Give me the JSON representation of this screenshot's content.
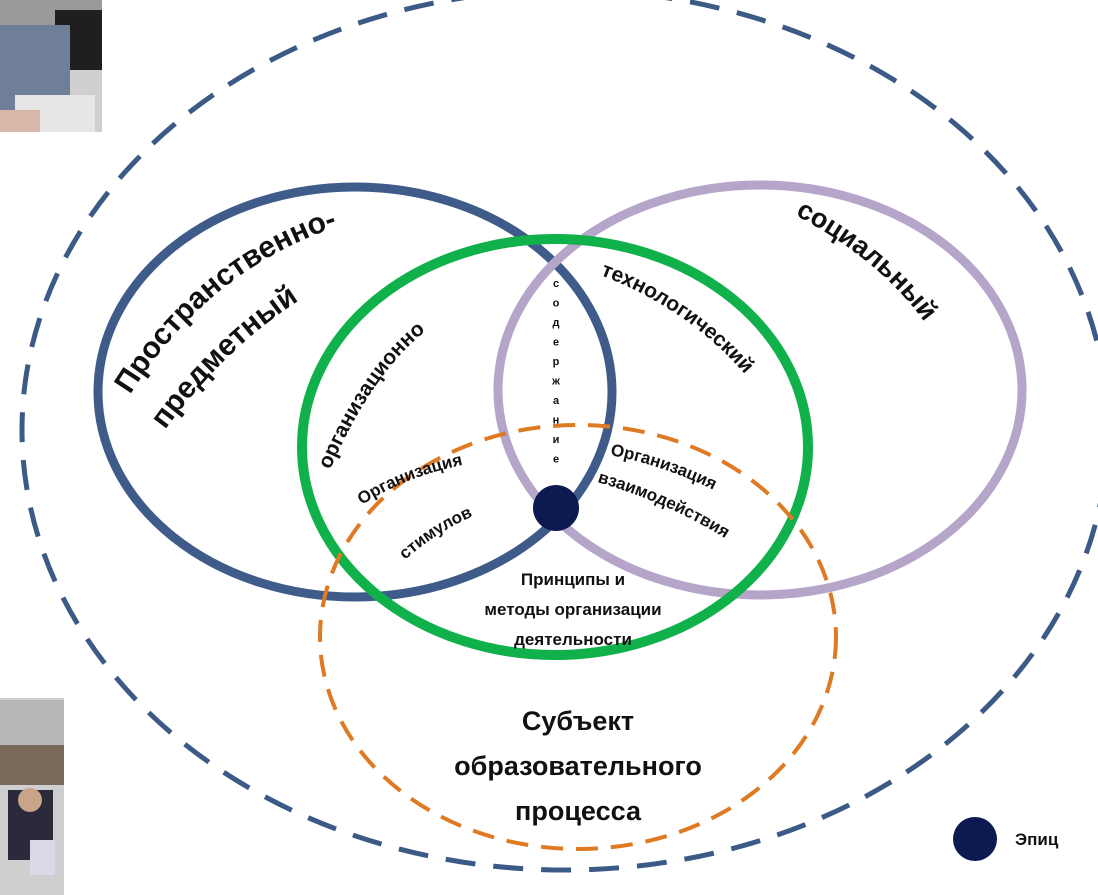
{
  "colors": {
    "outer_dashed": "#3c5a86",
    "blue_circle": "#3f5b8a",
    "purple_circle": "#b4a5c9",
    "green_circle": "#10b04a",
    "orange_dashed": "#df7a22",
    "center_dot": "#0d1a52",
    "text": "#111111"
  },
  "photos": [
    {
      "description_icon": "photo-person-top-left"
    },
    {
      "description_icon": "photo-person-bottom-left"
    }
  ],
  "labels": {
    "spatial_line1": "Пространственно-",
    "spatial_line2": "предметный",
    "social": "социальный",
    "organizational": "организационно",
    "technological": "технологический",
    "content_letters": [
      "с",
      "о",
      "д",
      "е",
      "р",
      "ж",
      "а",
      "н",
      "и",
      "е"
    ],
    "stimuli_line1": "Организация",
    "stimuli_line2": "стимулов",
    "interaction_line1": "Организация",
    "interaction_line2": "взаимодействия",
    "principles_line1": "Принципы и",
    "principles_line2": "методы организации",
    "principles_line3": "деятельности",
    "subject_line1": "Субъект",
    "subject_line2": "образовательного",
    "subject_line3": "процесса"
  },
  "legend": {
    "text": "Эпиц",
    "icon": "epicenter-dot-icon"
  }
}
